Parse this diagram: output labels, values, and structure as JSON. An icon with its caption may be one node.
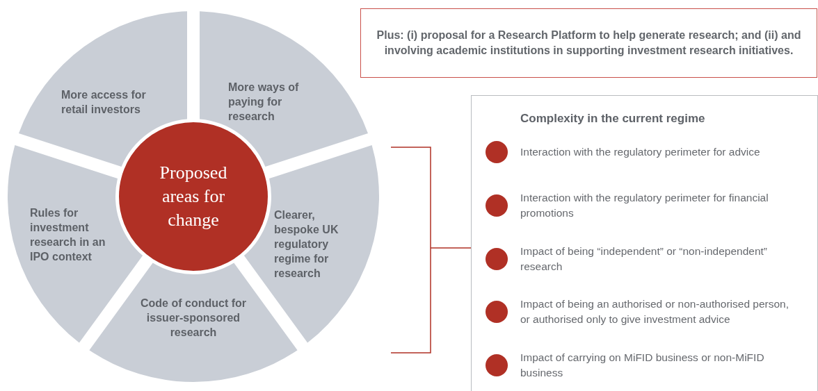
{
  "diagram": {
    "nodes": [
      {
        "text": [
          "Proposed areas for change"
        ]
      },
      {
        "text": [
          "More access for retail investors"
        ]
      },
      {
        "text": [
          "More ways of paying for research"
        ]
      },
      {
        "text": [
          "Rules for investment research in an IPO context"
        ]
      },
      {
        "text": [
          "Clearer, bespoke UK regulatory regime for research"
        ]
      },
      {
        "text": [
          "Code of conduct for issuer-sponsored research"
        ]
      },
      {
        "text": [
          "Plus: (i) proposal for a Research Platform to help generate research; and (ii) and involving academic institutions in supporting investment research initiatives."
        ]
      },
      {
        "text": [
          "Complexity in the current regime",
          "Interaction with the regulatory perimeter for advice",
          "Interaction with the regulatory perimeter for financial promotions",
          "Impact of being “independent” or “non-independent” research",
          "Impact of being an authorised or non-authorised person, or authorised only to give investment advice",
          "Impact of carrying on MiFID business or non-MiFID business"
        ]
      }
    ]
  }
}
